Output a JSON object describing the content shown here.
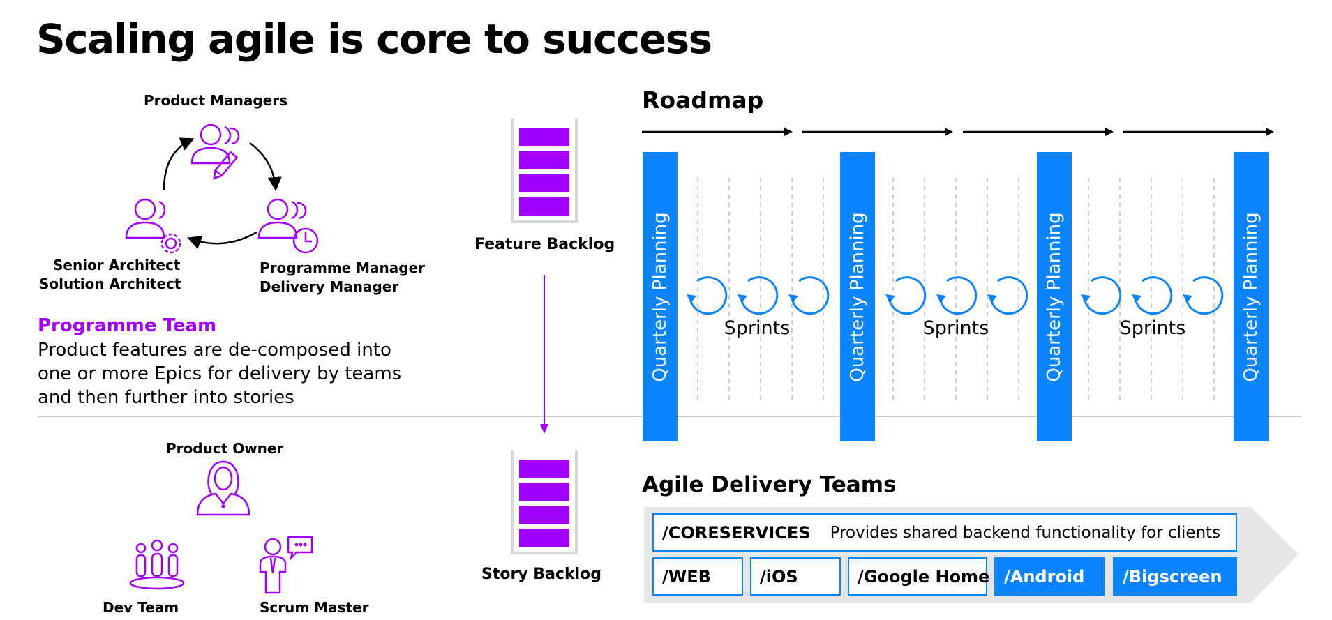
{
  "title": "Scaling agile is core to success",
  "programme_roles": {
    "product_managers": "Product Managers",
    "senior_architect": "Senior Architect",
    "solution_architect": "Solution Architect",
    "programme_manager": "Programme Manager",
    "delivery_manager": "Delivery Manager"
  },
  "programme_team": {
    "title": "Programme Team",
    "description": "Product features are de-composed into one or more Epics for delivery by teams and then further into stories"
  },
  "team_roles": {
    "product_owner": "Product Owner",
    "dev_team": "Dev Team",
    "scrum_master": "Scrum Master"
  },
  "backlogs": {
    "feature": "Feature Backlog",
    "story": "Story Backlog"
  },
  "roadmap": {
    "title": "Roadmap",
    "quarterly_planning": [
      "Quarterly Planning",
      "Quarterly Planning",
      "Quarterly Planning",
      "Quarterly Planning"
    ],
    "sprints": [
      "Sprints",
      "Sprints",
      "Sprints"
    ]
  },
  "agile_delivery": {
    "title": "Agile Delivery Teams",
    "core": {
      "name": "/CORESERVICES",
      "description": "Provides shared backend functionality for clients"
    },
    "teams": [
      "/WEB",
      "/iOS",
      "/Google Home",
      "/Android",
      "/Bigscreen"
    ]
  },
  "colors": {
    "purple": "#a100ff",
    "blue": "#0a84ff",
    "arrow_bg": "#e6e6e6"
  },
  "icons": [
    "person-pair-icon",
    "pencil-icon",
    "gear-icon",
    "clock-icon",
    "woman-icon",
    "group-icon",
    "presenter-icon",
    "speech-bubble-icon"
  ]
}
